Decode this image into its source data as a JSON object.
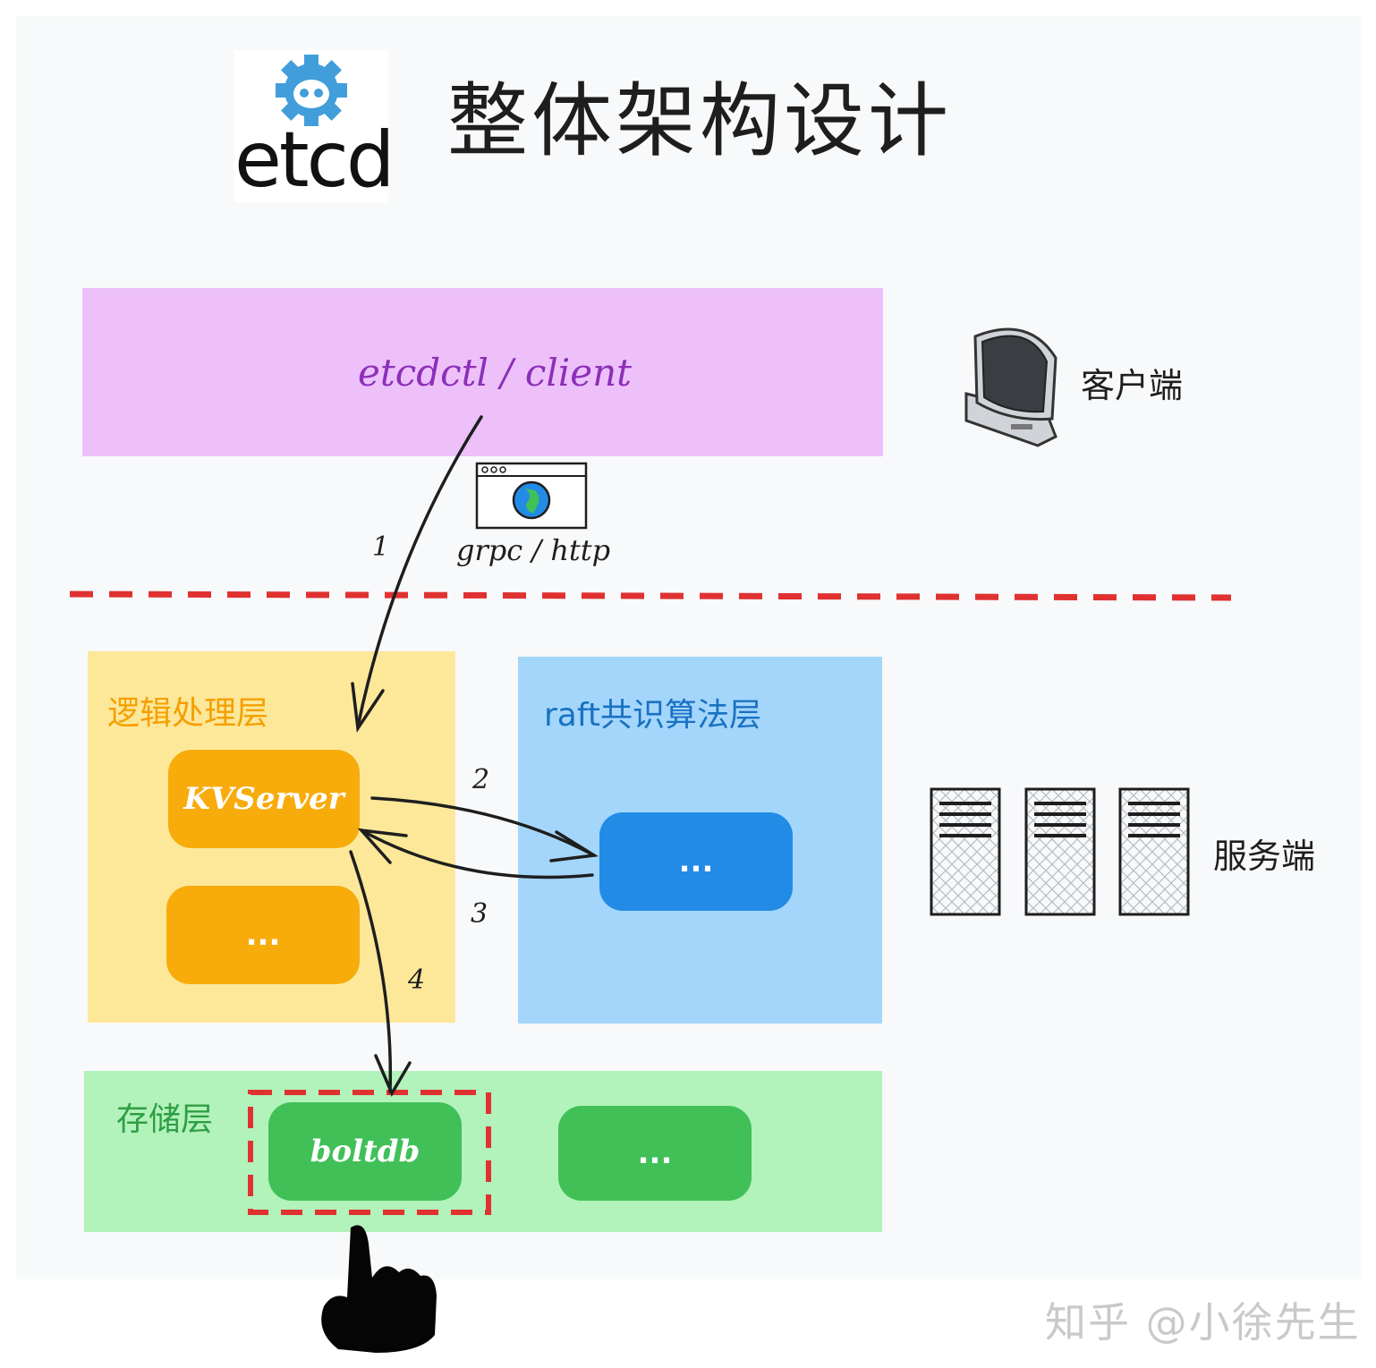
{
  "logo": {
    "text": "etcd",
    "color": "#419eda"
  },
  "title": "整体架构设计",
  "client_layer": {
    "label": "etcdctl / client",
    "color": "#edc0fa"
  },
  "protocol_label": "grpc / http",
  "logic_layer": {
    "label": "逻辑处理层",
    "color": "#fde89a",
    "label_color": "#f59f00",
    "nodes": [
      "KVServer",
      "..."
    ],
    "node_color": "#f7ac0c"
  },
  "raft_layer": {
    "label": "raft共识算法层",
    "color": "#a4d6fb",
    "label_color": "#1971c2",
    "nodes": [
      "..."
    ],
    "node_color": "#228be6"
  },
  "storage_layer": {
    "label": "存储层",
    "color": "#b2f2bb",
    "label_color": "#2f9e44",
    "nodes": [
      "boltdb",
      "..."
    ],
    "node_color": "#40c057"
  },
  "side_labels": {
    "client": "客户端",
    "server": "服务端"
  },
  "steps": [
    "1",
    "2",
    "3",
    "4"
  ],
  "icons": [
    "etcd-gear-icon",
    "monitor-icon",
    "browser-globe-icon",
    "server-rack-icon",
    "pointing-hand-icon"
  ],
  "boundary_color": "#e03131",
  "watermark": "知乎 @小徐先生"
}
